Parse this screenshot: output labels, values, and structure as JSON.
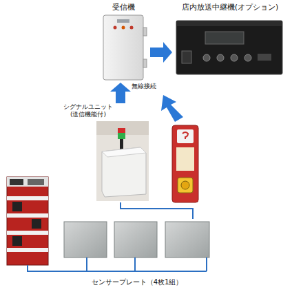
{
  "diagram": {
    "nodes": [
      {
        "text": [
          "受信機"
        ]
      },
      {
        "text": [
          "店内放送中継機(オプション)"
        ]
      },
      {
        "text": [
          "シグナルユニット (送信機能付)"
        ]
      },
      {
        "text": [
          "センサープレート（4枚1組）"
        ]
      }
    ],
    "edges": [
      {
        "from": 0,
        "to": 1,
        "arrow": "to"
      },
      {
        "from": 2,
        "to": 0,
        "arrow": "to"
      },
      {
        "from": 3,
        "to": 2,
        "arrow": "none"
      }
    ],
    "labels": [
      "無線接続"
    ]
  }
}
